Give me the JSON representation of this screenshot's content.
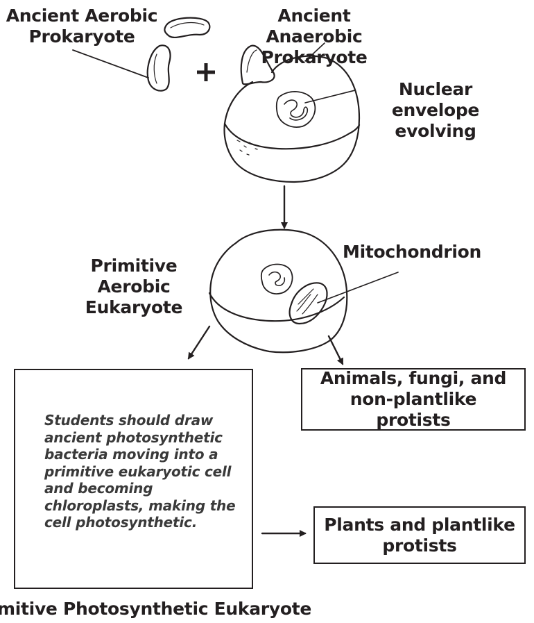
{
  "labels": {
    "aerobic_prokaryote": "Ancient Aerobic Prokaryote",
    "anaerobic_prokaryote": "Ancient Anaerobic Prokaryote",
    "plus_sign": "+",
    "nuclear_envelope": "Nuclear envelope evolving",
    "primitive_aerobic_eukaryote": "Primitive Aerobic Eukaryote",
    "mitochondrion": "Mitochondrion",
    "animals_fungi": "Animals, fungi, and non-plantlike protists",
    "plants": "Plants and plantlike protists",
    "photosynthetic_eukaryote": "mitive Photosynthetic Eukaryote"
  },
  "instruction_text": "Students should draw ancient photosynthetic bacteria moving into a primitive eukaryotic cell and becoming chloroplasts, making the cell photosynthetic.",
  "colors": {
    "ink": "#231f20",
    "answer_text": "#3a3a3a"
  }
}
